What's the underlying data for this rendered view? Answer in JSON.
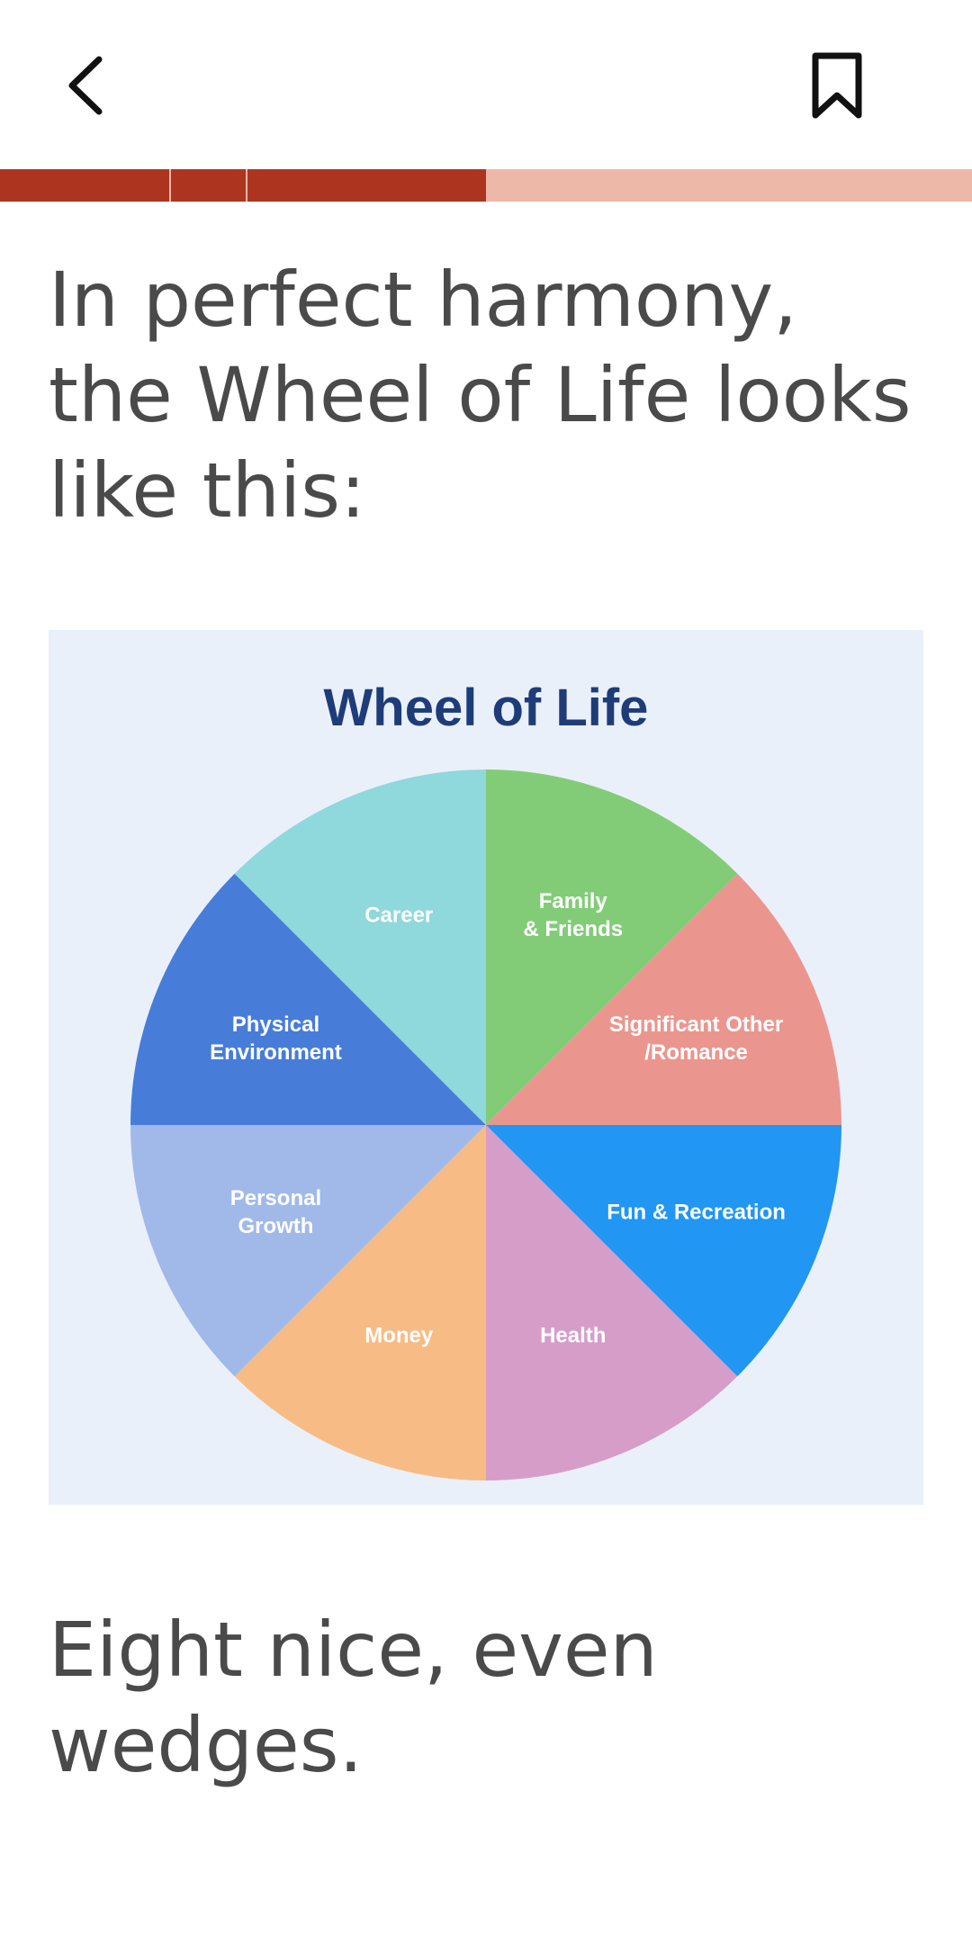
{
  "header": {
    "back_icon": "chevron-left-icon",
    "bookmark_icon": "bookmark-icon"
  },
  "progress": {
    "completed_fraction": 0.5,
    "segments_completed": 3,
    "colors": {
      "done": "#ad3520",
      "remaining": "#edb8a8"
    }
  },
  "content": {
    "heading": "In perfect harmony, the Wheel of Life looks like this:",
    "closing": "Eight nice, even wedges."
  },
  "chart_data": {
    "type": "pie",
    "title": "Wheel of Life",
    "background": "#eaf0fa",
    "slices": [
      {
        "label": [
          "Family",
          "& Friends"
        ],
        "value": 1,
        "color": "#82cc78"
      },
      {
        "label": [
          "Significant Other",
          "/Romance"
        ],
        "value": 1,
        "color": "#ea968f"
      },
      {
        "label": [
          "Fun & Recreation"
        ],
        "value": 1,
        "color": "#2196f3"
      },
      {
        "label": [
          "Health"
        ],
        "value": 1,
        "color": "#d69dc8"
      },
      {
        "label": [
          "Money"
        ],
        "value": 1,
        "color": "#f7bc85"
      },
      {
        "label": [
          "Personal",
          "Growth"
        ],
        "value": 1,
        "color": "#a0b9e9"
      },
      {
        "label": [
          "Physical",
          "Environment"
        ],
        "value": 1,
        "color": "#477dd9"
      },
      {
        "label": [
          "Career"
        ],
        "value": 1,
        "color": "#8fd8dc"
      }
    ]
  }
}
